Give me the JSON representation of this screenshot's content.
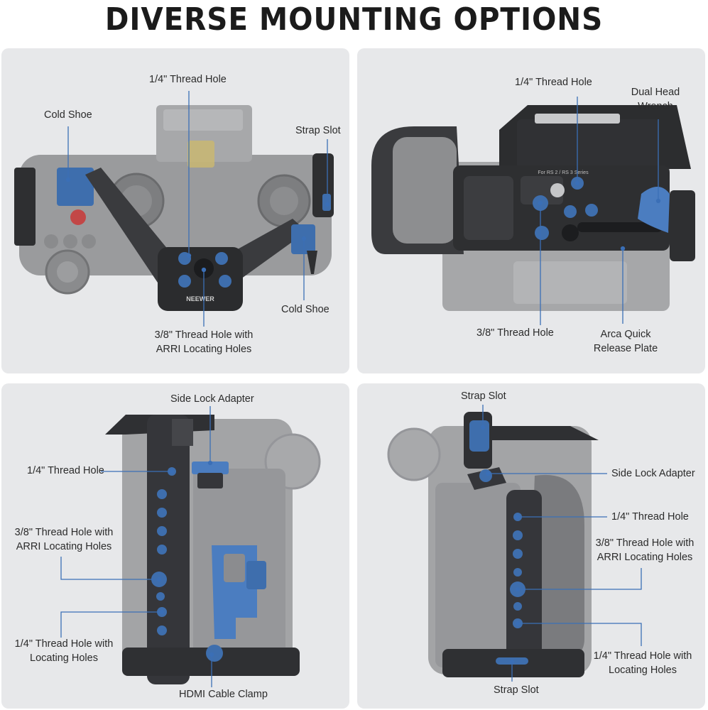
{
  "title": "DIVERSE MOUNTING OPTIONS",
  "brand": "NEEWER",
  "accent_color": "#3b6fb6",
  "panels": {
    "top_left": {
      "labels": {
        "thread_hole": "1/4\" Thread Hole",
        "cold_shoe_left": "Cold Shoe",
        "strap_slot": "Strap Slot",
        "cold_shoe_right": "Cold Shoe",
        "arri_line1": "3/8\" Thread Hole with",
        "arri_line2": "ARRI Locating Holes"
      }
    },
    "top_right": {
      "labels": {
        "thread_hole": "1/4\" Thread Hole",
        "wrench_line1": "Dual Head",
        "wrench_line2": "Wrench",
        "thread_38": "3/8\" Thread Hole",
        "arca_line1": "Arca Quick",
        "arca_line2": "Release Plate"
      },
      "plate_text": "For RS 2 / RS 3 Series"
    },
    "bottom_left": {
      "labels": {
        "side_lock": "Side Lock Adapter",
        "thread_hole": "1/4\" Thread Hole",
        "arri_line1": "3/8\" Thread Hole with",
        "arri_line2": "ARRI Locating Holes",
        "locating_line1": "1/4\" Thread Hole with",
        "locating_line2": "Locating Holes",
        "hdmi": "HDMI Cable Clamp"
      }
    },
    "bottom_right": {
      "labels": {
        "strap_top": "Strap Slot",
        "side_lock": "Side Lock Adapter",
        "thread_hole": "1/4\" Thread Hole",
        "arri_line1": "3/8\" Thread Hole with",
        "arri_line2": "ARRI Locating Holes",
        "locating_line1": "1/4\" Thread Hole with",
        "locating_line2": "Locating Holes",
        "strap_bottom": "Strap Slot"
      }
    }
  }
}
